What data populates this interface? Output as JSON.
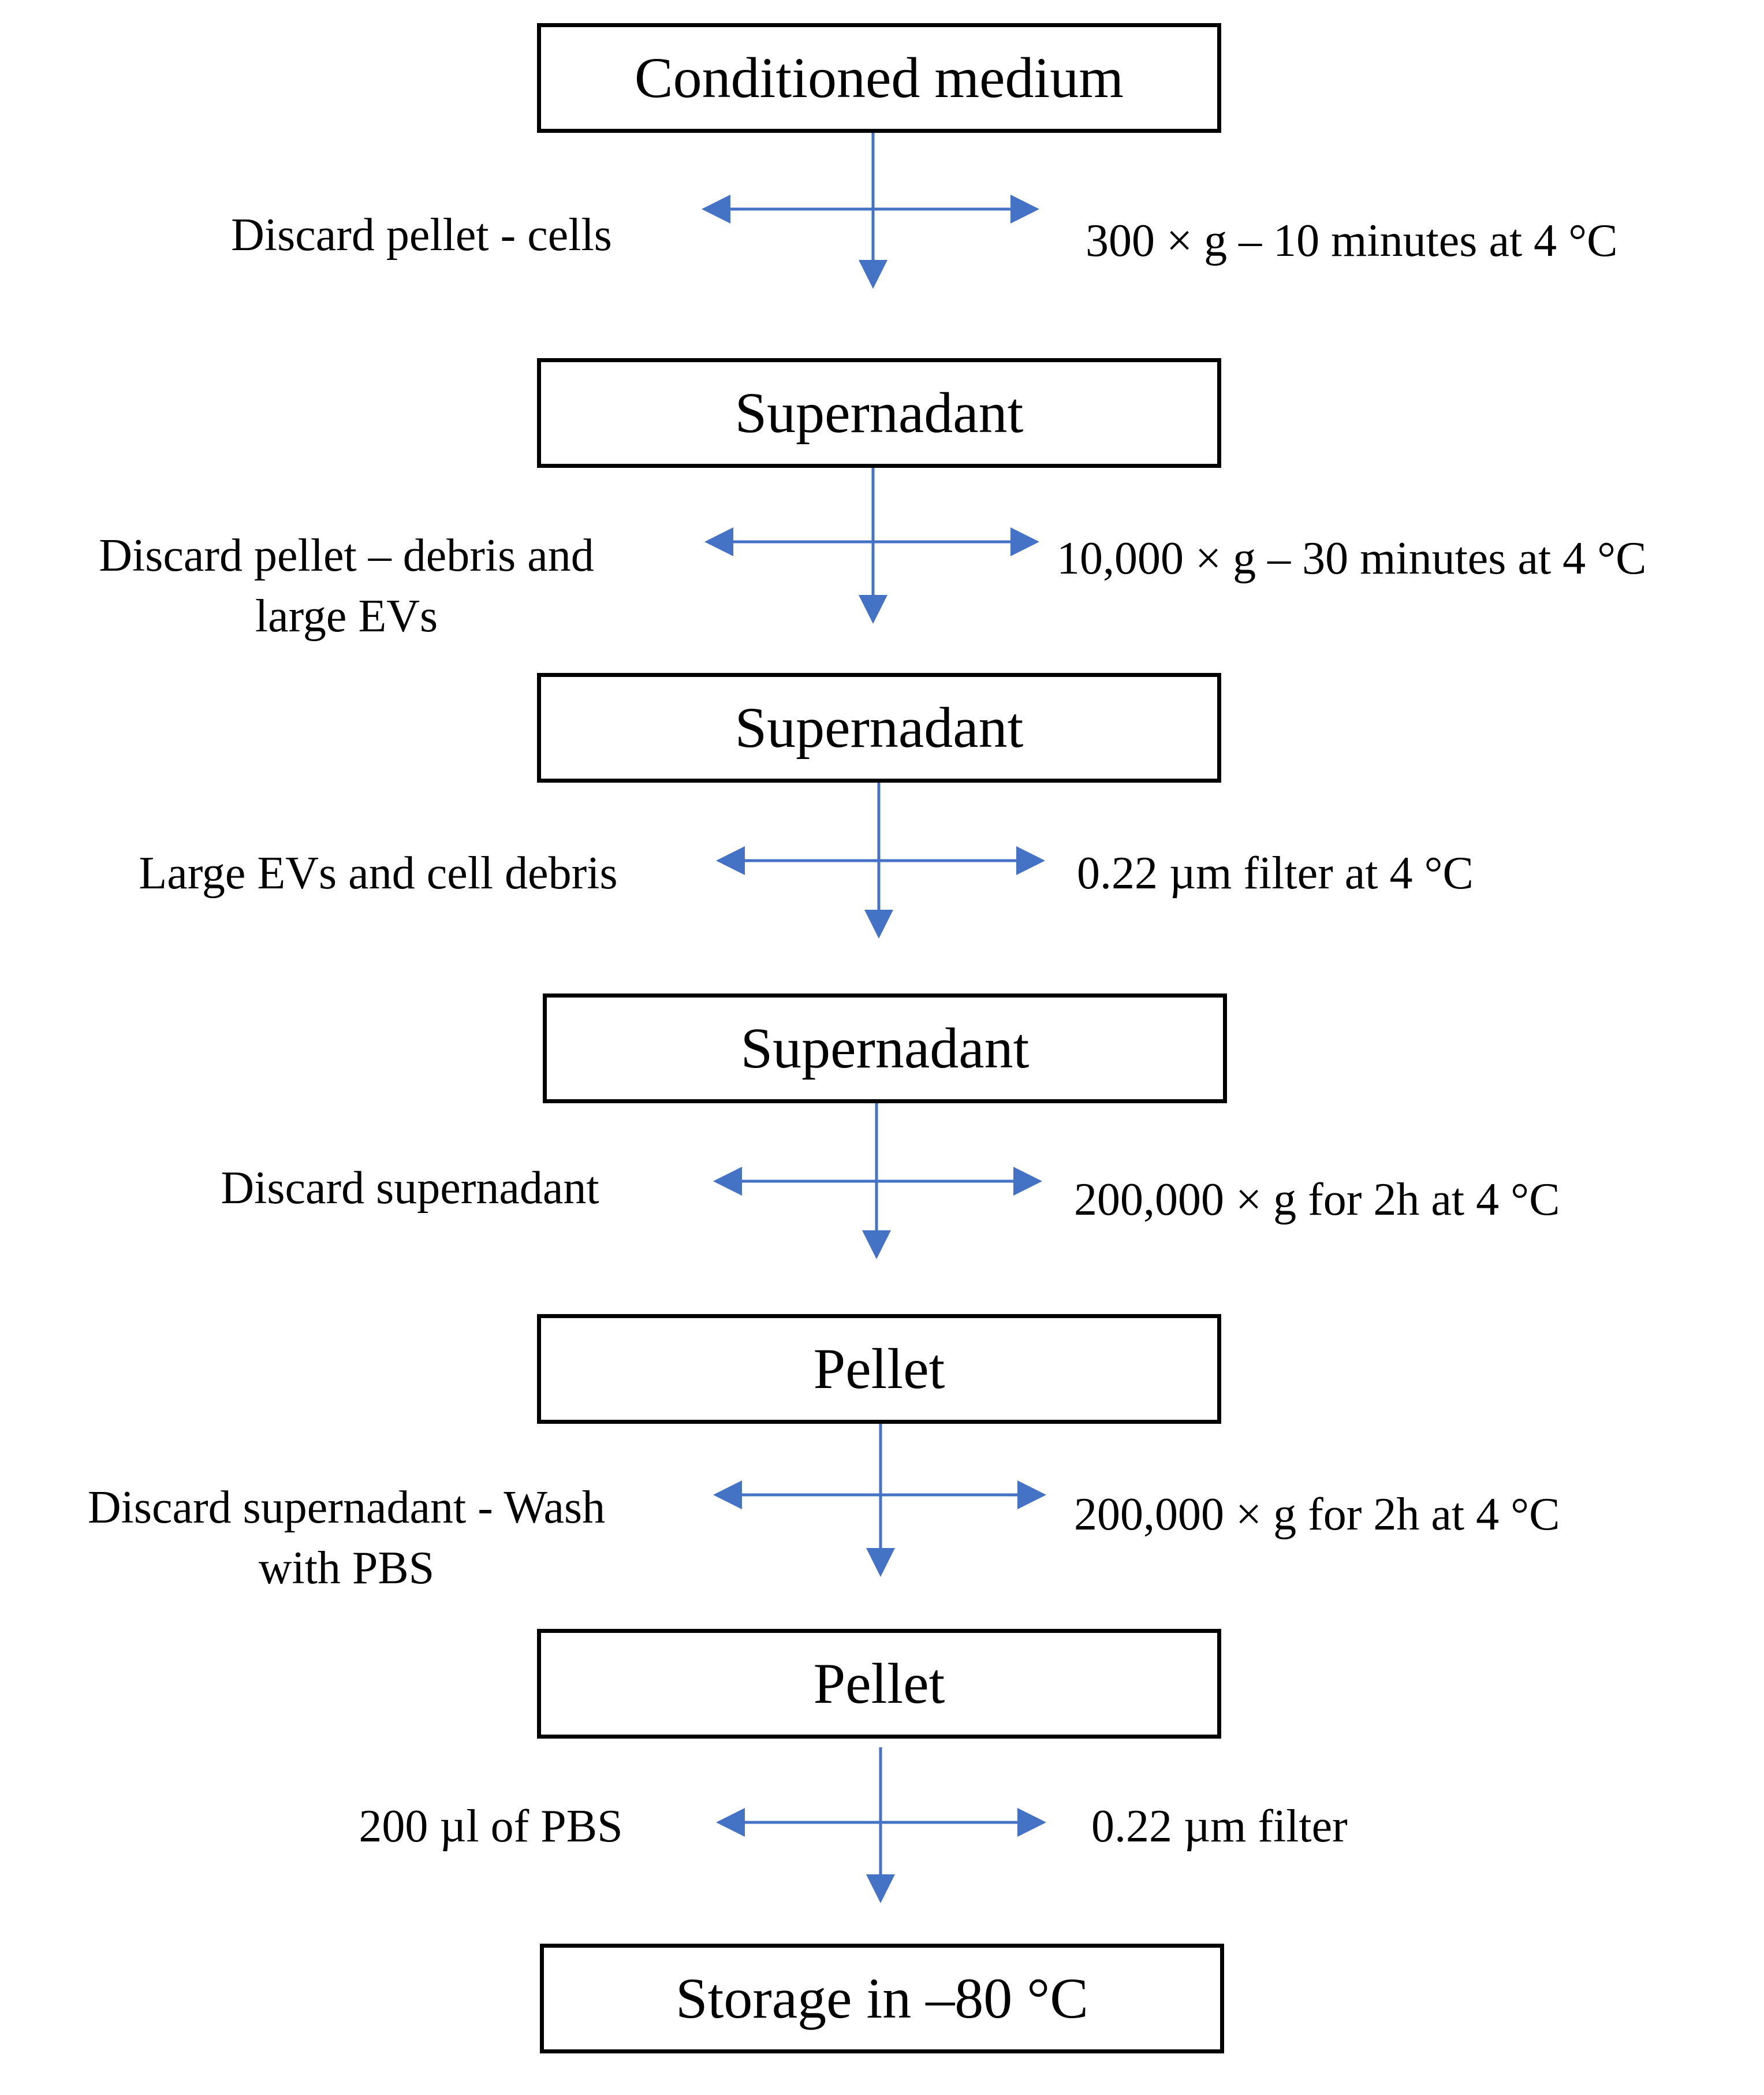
{
  "colors": {
    "arrow": "#4472C4",
    "box_border": "#000000",
    "text": "#000000"
  },
  "steps": [
    {
      "box": "Conditioned medium",
      "left": "Discard pellet - cells",
      "right": "300 × g – 10 minutes at 4 °C"
    },
    {
      "box": "Supernadant",
      "left": "Discard pellet – debris and\nlarge EVs",
      "right": "10,000 × g – 30 minutes at 4 °C"
    },
    {
      "box": "Supernadant",
      "left": "Large EVs and cell debris",
      "right": "0.22 µm filter at 4 °C"
    },
    {
      "box": "Supernadant",
      "left": "Discard supernadant",
      "right": "200,000 × g for 2h at 4 °C"
    },
    {
      "box": "Pellet",
      "left": "Discard supernadant - Wash\nwith PBS",
      "right": "200,000 × g for 2h at 4 °C"
    },
    {
      "box": "Pellet",
      "left": "200 µl of PBS",
      "right": "0.22 µm filter"
    },
    {
      "box": "Storage in –80 °C"
    }
  ]
}
